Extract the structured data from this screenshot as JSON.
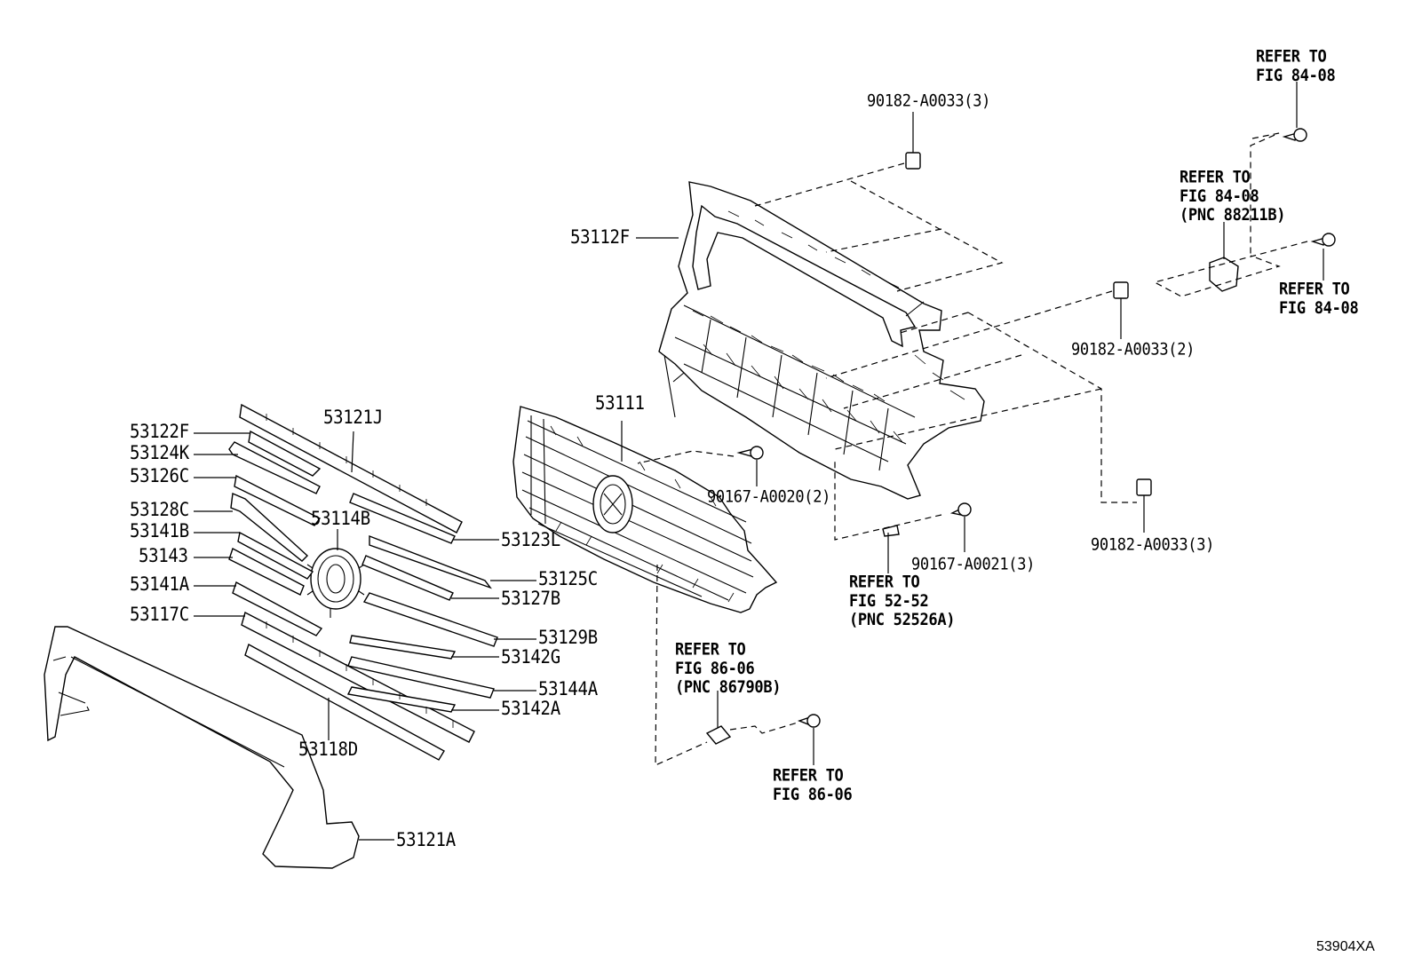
{
  "diagram": {
    "figure_code": "53904XA",
    "callouts": {
      "p53112F": "53112F",
      "p53111": "53111",
      "p53121J": "53121J",
      "p53122F": "53122F",
      "p53124K": "53124K",
      "p53126C": "53126C",
      "p53128C": "53128C",
      "p53141B": "53141B",
      "p53143": "53143",
      "p53141A": "53141A",
      "p53117C": "53117C",
      "p53114B": "53114B",
      "p53123L": "53123L",
      "p53125C": "53125C",
      "p53127B": "53127B",
      "p53129B": "53129B",
      "p53142G": "53142G",
      "p53144A": "53144A",
      "p53142A": "53142A",
      "p53118D": "53118D",
      "p53121A": "53121A",
      "clip_top": "90182-A0033(3)",
      "clip_mid": "90182-A0033(2)",
      "clip_low": "90182-A0033(3)",
      "screw_a20": "90167-A0020(2)",
      "screw_a21": "90167-A0021(3)"
    },
    "references": {
      "ref_top_right": "REFER TO\nFIG 84-08",
      "ref_sensor": "REFER TO\nFIG 84-08\n(PNC 88211B)",
      "ref_right": "REFER TO\nFIG 84-08",
      "ref_52": "REFER TO\nFIG 52-52\n(PNC 52526A)",
      "ref_86_pnc": "REFER TO\nFIG 86-06\n(PNC 86790B)",
      "ref_86": "REFER TO\nFIG 86-06"
    }
  }
}
